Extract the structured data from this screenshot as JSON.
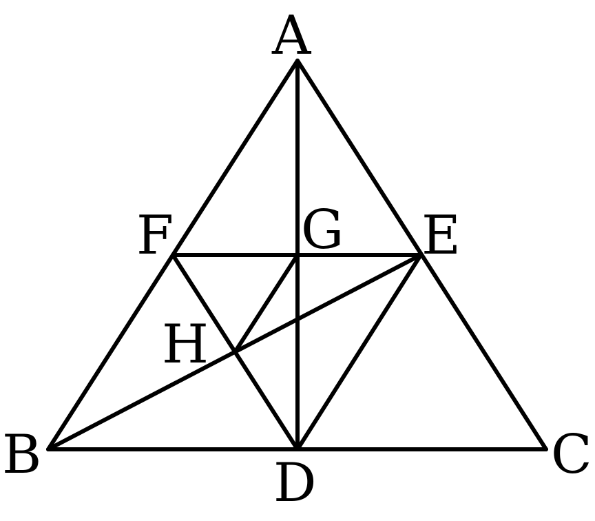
{
  "diagram": {
    "points": {
      "A": "A",
      "B": "B",
      "C": "C",
      "D": "D",
      "E": "E",
      "F": "F",
      "G": "G",
      "H": "H"
    },
    "segments": [
      [
        "A",
        "B"
      ],
      [
        "A",
        "C"
      ],
      [
        "B",
        "C"
      ],
      [
        "A",
        "D"
      ],
      [
        "F",
        "E"
      ],
      [
        "F",
        "D"
      ],
      [
        "D",
        "E"
      ],
      [
        "B",
        "E"
      ],
      [
        "H",
        "G"
      ]
    ],
    "line_color": "#000000",
    "background": "#ffffff"
  }
}
